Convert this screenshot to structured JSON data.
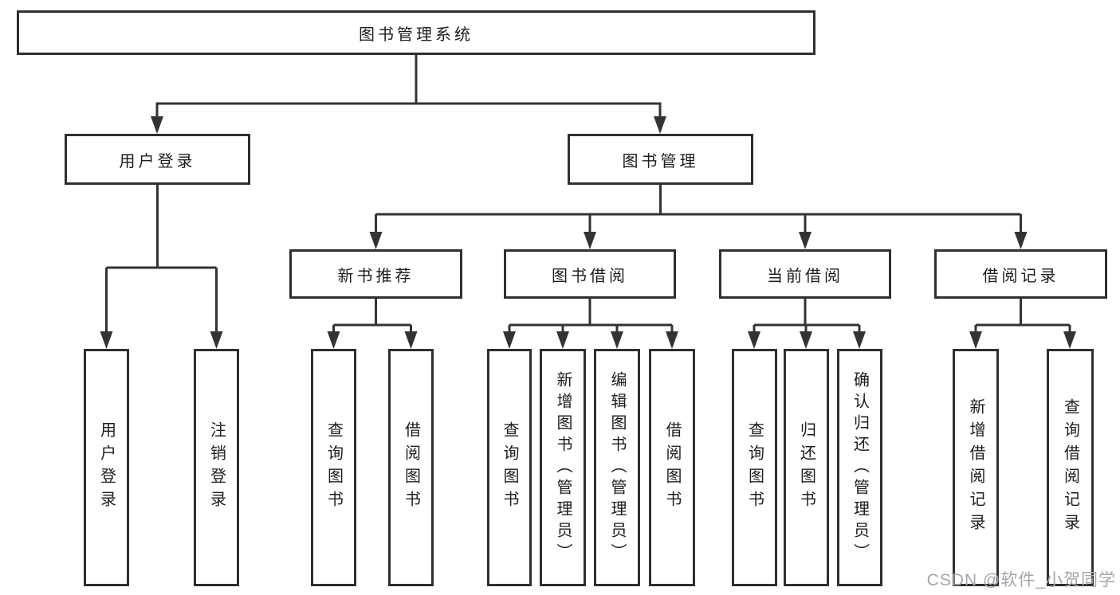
{
  "tree": {
    "label": "图书管理系统",
    "children": [
      {
        "label": "用户登录",
        "children": [
          {
            "label": "用户登录"
          },
          {
            "label": "注销登录"
          }
        ]
      },
      {
        "label": "图书管理",
        "children": [
          {
            "label": "新书推荐",
            "children": [
              {
                "label": "查询图书"
              },
              {
                "label": "借阅图书"
              }
            ]
          },
          {
            "label": "图书借阅",
            "children": [
              {
                "label": "查询图书"
              },
              {
                "label": "新增图书（管理员）"
              },
              {
                "label": "编辑图书（管理员）"
              },
              {
                "label": "借阅图书"
              }
            ]
          },
          {
            "label": "当前借阅",
            "children": [
              {
                "label": "查询图书"
              },
              {
                "label": "归还图书"
              },
              {
                "label": "确认归还（管理员）"
              }
            ]
          },
          {
            "label": "借阅记录",
            "children": [
              {
                "label": "新增借阅记录"
              },
              {
                "label": "查询借阅记录"
              }
            ]
          }
        ]
      }
    ]
  },
  "watermark": {
    "text": "CSDN @软件_小贺同学"
  },
  "colors": {
    "line": "#333333",
    "box_border": "#2f2f2f",
    "text": "#1d1d1f",
    "watermark": "#a3a6ab",
    "background": "#ffffff"
  }
}
